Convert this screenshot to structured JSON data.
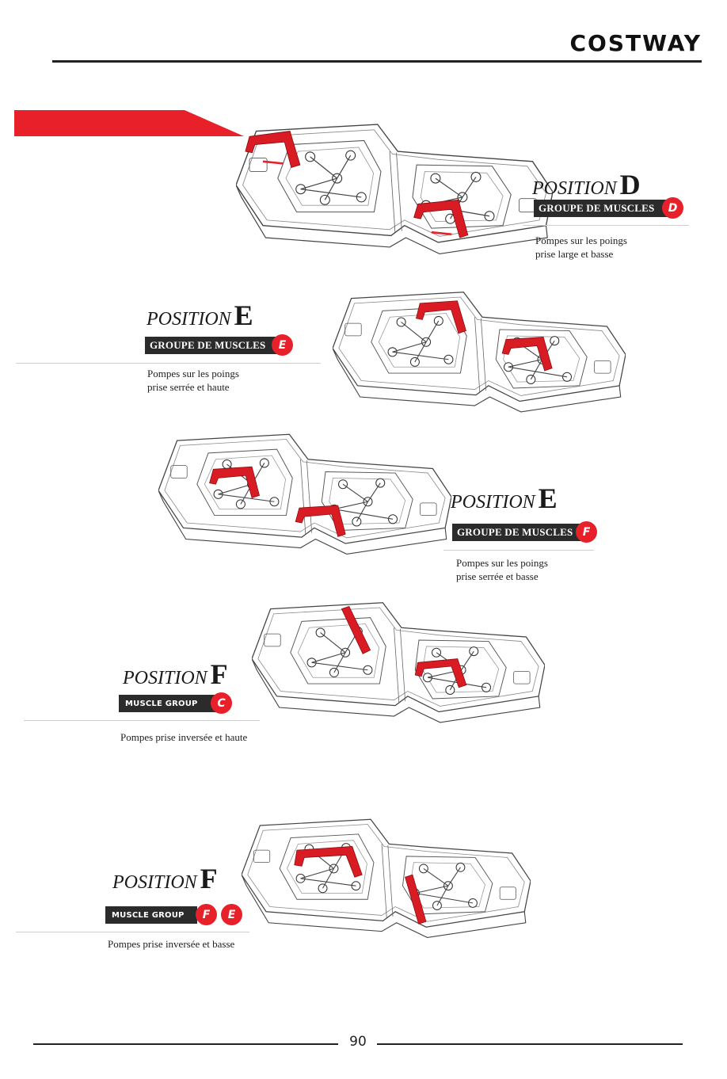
{
  "header": {
    "brand": "COSTWAY"
  },
  "colors": {
    "accent": "#e8202a",
    "dark_bar": "#2b2b2b"
  },
  "sections": [
    {
      "title_word": "POSITION",
      "title_letter": "D",
      "group_label": "GROUPE DE MUSCLES",
      "badges": [
        "D"
      ],
      "desc_lines": [
        "Pompes sur les poings",
        "prise large et basse"
      ]
    },
    {
      "title_word": "POSITION",
      "title_letter": "E",
      "group_label": "GROUPE DE MUSCLES",
      "badges": [
        "E"
      ],
      "desc_lines": [
        "Pompes sur les poings",
        "prise serrée et haute"
      ]
    },
    {
      "title_word": "POSITION",
      "title_letter": "E",
      "group_label": "GROUPE DE MUSCLES",
      "badges": [
        "F"
      ],
      "desc_lines": [
        "Pompes sur les poings",
        "prise serrée et basse"
      ]
    },
    {
      "title_word": "POSITION",
      "title_letter": "F",
      "group_label": "MUSCLE GROUP",
      "badges": [
        "C"
      ],
      "desc_lines": [
        "Pompes prise inversée et haute"
      ]
    },
    {
      "title_word": "POSITION",
      "title_letter": "F",
      "group_label": "MUSCLE GROUP",
      "badges": [
        "F",
        "E"
      ],
      "desc_lines": [
        "Pompes prise inversée et basse"
      ]
    }
  ],
  "footer": {
    "page_number": "90"
  }
}
